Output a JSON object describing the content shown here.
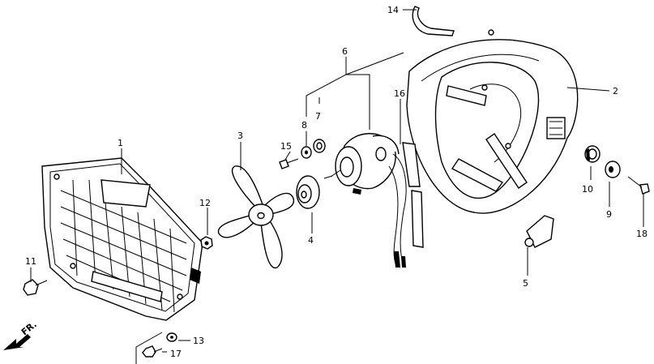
{
  "diagram": {
    "direction_arrow": "FR.",
    "callouts": [
      "1",
      "2",
      "3",
      "4",
      "5",
      "6",
      "7",
      "8",
      "9",
      "10",
      "11",
      "12",
      "13",
      "14",
      "15",
      "16",
      "17",
      "18"
    ],
    "parts": [
      {
        "id": "1",
        "name": "radiator-grille"
      },
      {
        "id": "2",
        "name": "fan-shroud"
      },
      {
        "id": "3",
        "name": "fan-blade"
      },
      {
        "id": "4",
        "name": "fan-hub-nut"
      },
      {
        "id": "5",
        "name": "shroud-bracket"
      },
      {
        "id": "6",
        "name": "fan-motor"
      },
      {
        "id": "7",
        "name": "motor-sub-label"
      },
      {
        "id": "8",
        "name": "washer"
      },
      {
        "id": "9",
        "name": "collar"
      },
      {
        "id": "10",
        "name": "grommet"
      },
      {
        "id": "11",
        "name": "bolt"
      },
      {
        "id": "12",
        "name": "nut"
      },
      {
        "id": "13",
        "name": "washer"
      },
      {
        "id": "14",
        "name": "clip"
      },
      {
        "id": "15",
        "name": "screw"
      },
      {
        "id": "16",
        "name": "wire-harness"
      },
      {
        "id": "17",
        "name": "bolt"
      },
      {
        "id": "18",
        "name": "bolt"
      }
    ]
  }
}
